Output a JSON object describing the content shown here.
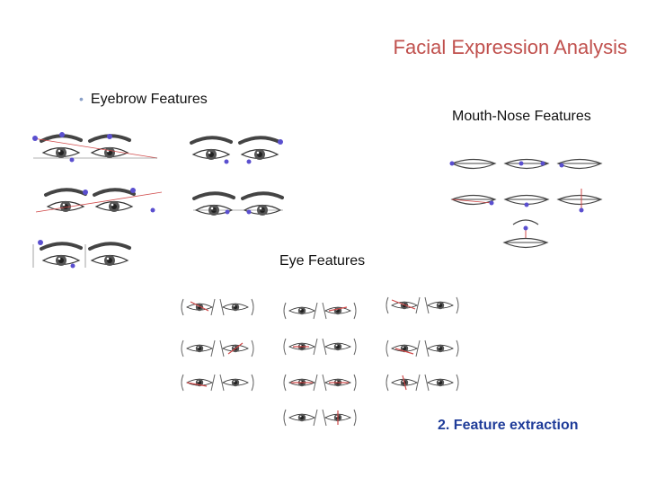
{
  "slide": {
    "title": "Facial Expression Analysis",
    "bullet": "Eyebrow Features",
    "mouth_label": "Mouth-Nose Features",
    "eye_label": "Eye Features",
    "caption": "2. Feature extraction"
  },
  "colors": {
    "title": "#c0504d",
    "caption": "#1f3c99",
    "marker": "#5a4fcf",
    "feature_line": "#d04a4a"
  },
  "icons": [
    "eyebrow-pair-sketch",
    "eye-pair-sketch",
    "mouth-nose-sketch"
  ]
}
